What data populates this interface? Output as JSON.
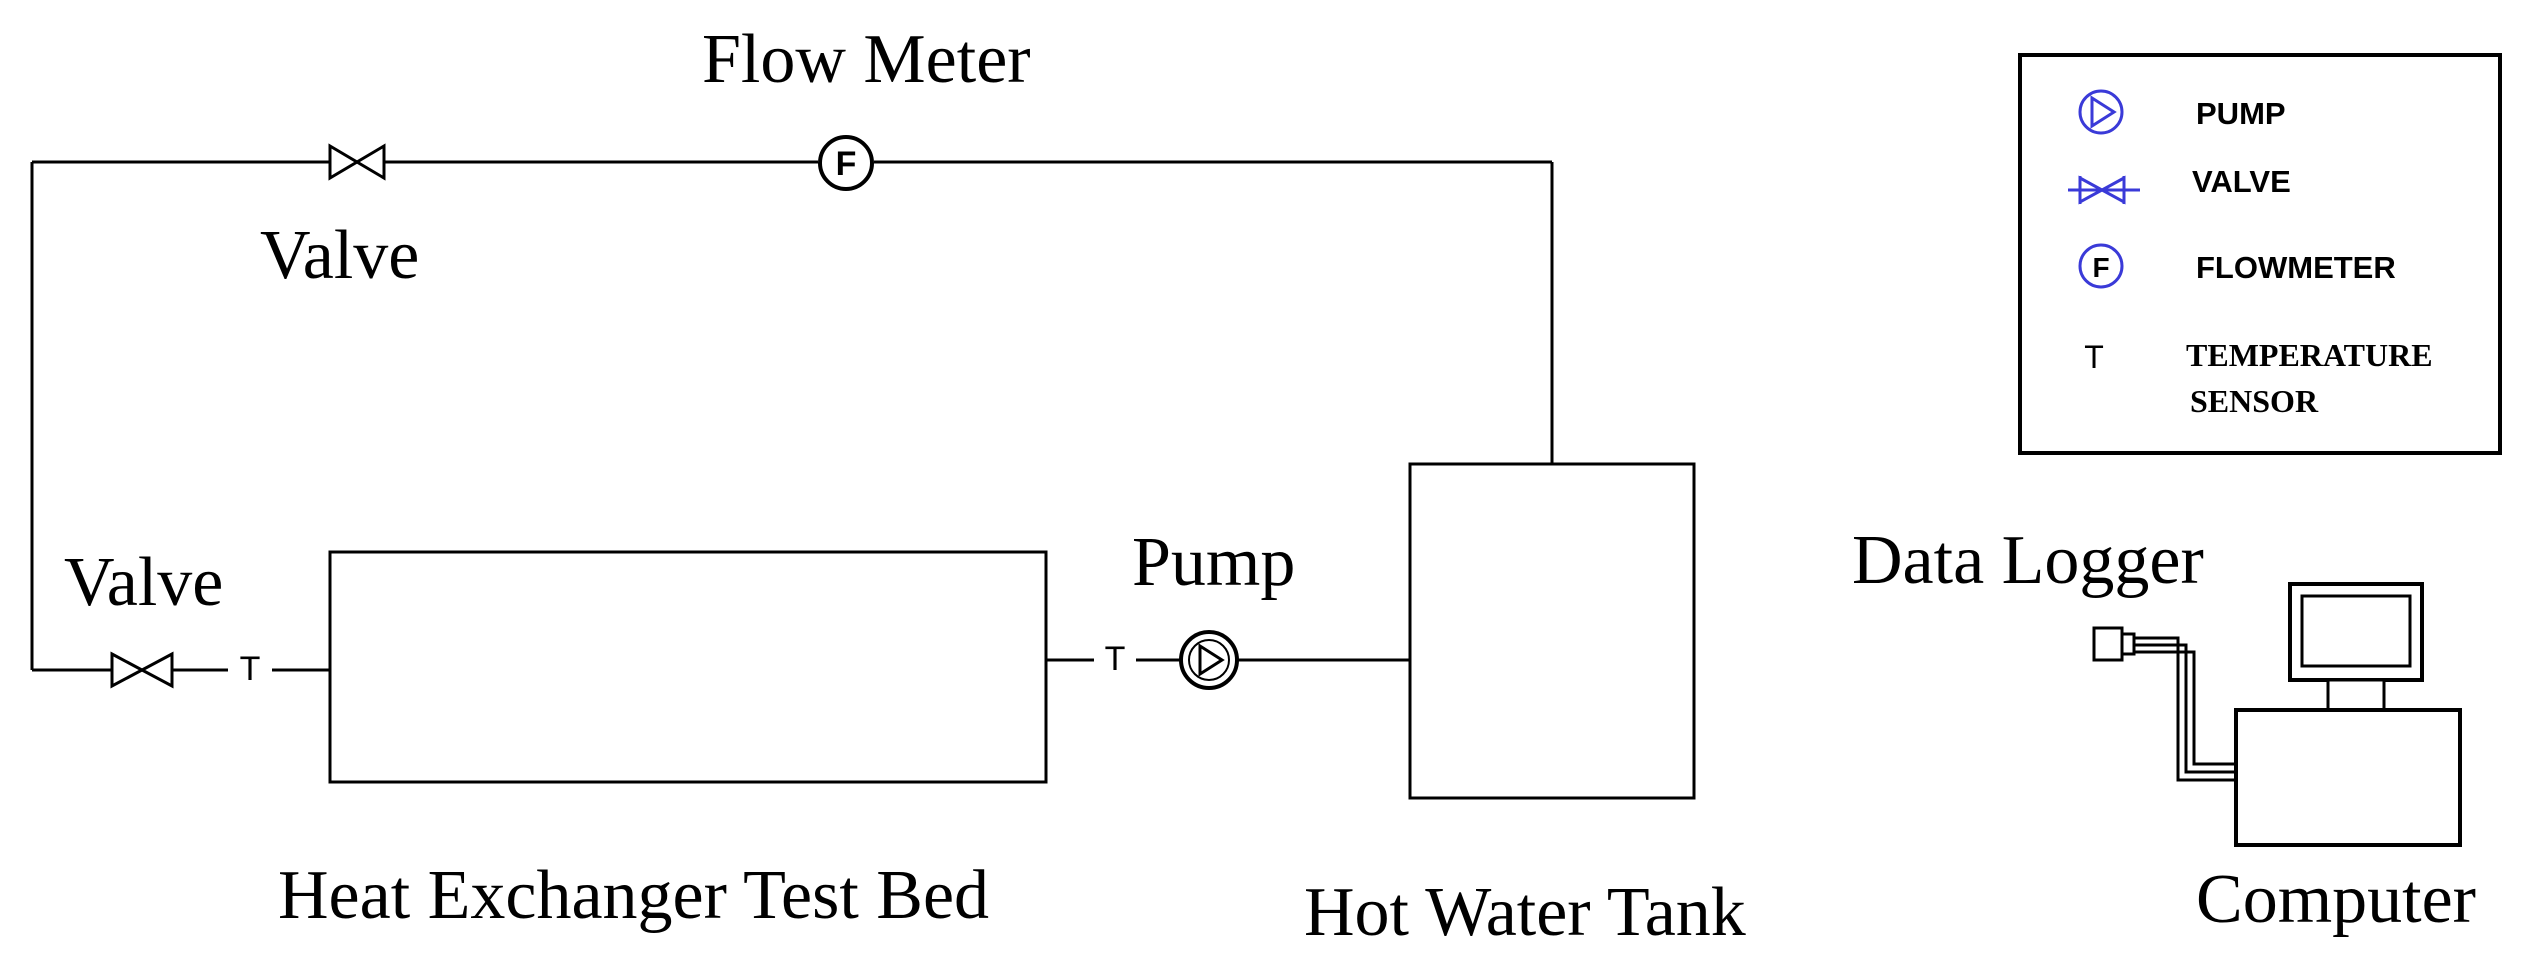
{
  "labels": {
    "flow_meter": "Flow Meter",
    "valve_top": "Valve",
    "valve_left": "Valve",
    "pump": "Pump",
    "heat_exchanger": "Heat Exchanger Test Bed",
    "hot_water_tank": "Hot Water Tank",
    "data_logger": "Data Logger",
    "computer": "Computer"
  },
  "symbols": {
    "flowmeter_letter": "F",
    "temperature_letter": "T"
  },
  "legend": {
    "pump": "PUMP",
    "valve": "VALVE",
    "flowmeter": "FLOWMETER",
    "temperature_line1": "TEMPERATURE",
    "temperature_line2": "SENSOR",
    "flowmeter_symbol": "F",
    "temperature_symbol": "T"
  },
  "colors": {
    "lines": "#000000",
    "legend_symbols": "#3a3ad8",
    "background": "#ffffff"
  },
  "icons": [
    "valve-icon",
    "flowmeter-icon",
    "pump-icon",
    "temperature-sensor-icon",
    "data-logger-icon",
    "computer-icon"
  ]
}
